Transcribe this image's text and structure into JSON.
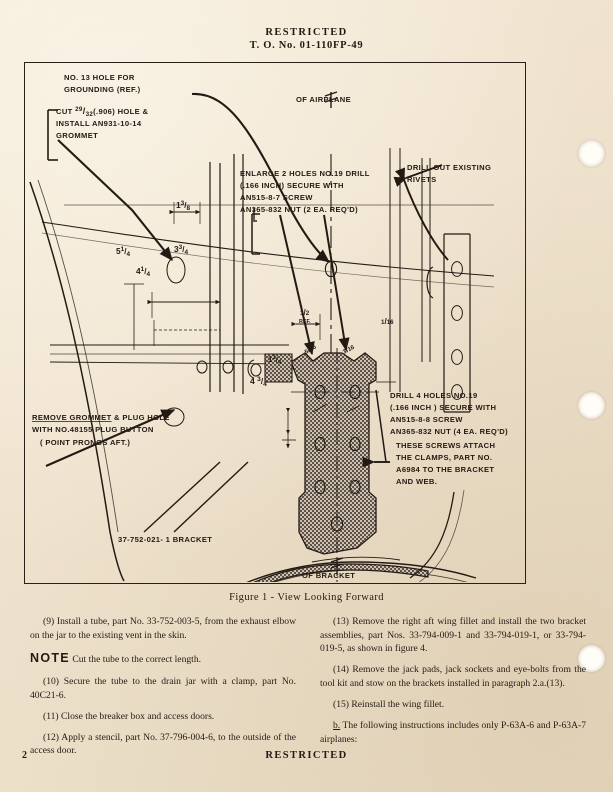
{
  "header": {
    "classification": "RESTRICTED",
    "to_number": "T. O. No. 01-110FP-49"
  },
  "figure": {
    "caption": "Figure 1 - View Looking Forward",
    "callouts": {
      "grounding_hole": [
        "NO. 13 HOLE  FOR",
        "GROUNDING (REF.)"
      ],
      "cut_grommet": [
        "CUT 29/32(.906) HOLE &",
        "INSTALL  AN931-10-14",
        "GROMMET"
      ],
      "enlarge_holes": [
        "ENLARGE 2 HOLES NO. 19 DRILL",
        "(.166 INCH) SECURE WITH",
        "AN515-8-7 SCREW",
        "AN365-832 NUT (2 EA. REQ'D)"
      ],
      "drill_rivets": [
        "DRILL OUT  EXISTING",
        "RIVETS"
      ],
      "drill_4_holes": [
        "DRILL  4  HOLES NO. 19",
        "(.166 INCH )  SECURE WITH",
        "AN515-8-8 SCREW",
        "AN365-832 NUT (4 EA. REQ'D)",
        "THESE SCREWS ATTACH",
        "THE CLAMPS,  PART NO.",
        "A6984 TO THE BRACKET",
        "AND  WEB."
      ],
      "remove_grommet": [
        "REMOVE GROMMET",
        " & PLUG HOLE",
        "WITH NO. 48155 PLUG  BUTTON",
        "( POINT PRONGS AFT.)"
      ],
      "bracket_part": "37-752-021- 1 BRACKET",
      "centerline_airplane": "OF  AIRPLANE",
      "centerline_bracket": "OF  BRACKET"
    },
    "dimensions": {
      "d_1_3_8": "1 3/8",
      "d_5_1_4": "5 1/4",
      "d_3_3_4": "3 3/4",
      "d_4_1_4": "4 1/4",
      "d_half_ref_top": "1/2",
      "d_half_ref_bot": "REF.",
      "d_1_16": "1/16",
      "d_1_1_4": "1 1/4",
      "d_4_3_4": "4 3/4",
      "d_5_16": "5/16",
      "d_3_16": "3/16"
    }
  },
  "body": {
    "left_column": [
      {
        "id": "item-9",
        "text": "(9)  Install a tube, part No. 33-752-003-5, from the exhaust elbow on the jar to the existing vent in the skin."
      },
      {
        "id": "note",
        "label": "NOTE",
        "text": "Cut the tube to the correct length."
      },
      {
        "id": "item-10",
        "text": "(10)  Secure the tube to the drain jar with a clamp, part No. 40C21-6."
      },
      {
        "id": "item-11",
        "text": "(11)  Close the breaker box and access doors."
      },
      {
        "id": "item-12",
        "text": "(12)  Apply a stencil, part No. 37-796-004-6, to the outside of the access door."
      }
    ],
    "right_column": [
      {
        "id": "item-13",
        "text": "(13)  Remove the right aft wing fillet and install the two bracket assemblies, part Nos. 33-794-009-1 and 33-794-019-1, or 33-794-019-5, as shown in figure 4."
      },
      {
        "id": "item-14",
        "text": "(14)  Remove the jack pads, jack sockets and eye-bolts from the tool kit and stow on the brackets installed in paragraph 2.a.(13)."
      },
      {
        "id": "item-15",
        "text": "(15)  Reinstall the wing fillet."
      },
      {
        "id": "item-b",
        "label": "b.",
        "text": "The following instructions includes only P-63A-6 and P-63A-7 airplanes:"
      }
    ]
  },
  "footer": {
    "page_number": "2",
    "classification": "RESTRICTED"
  },
  "colors": {
    "paper": "#f1e4cf",
    "ink": "#231a14",
    "hatch": "#6d6057"
  }
}
